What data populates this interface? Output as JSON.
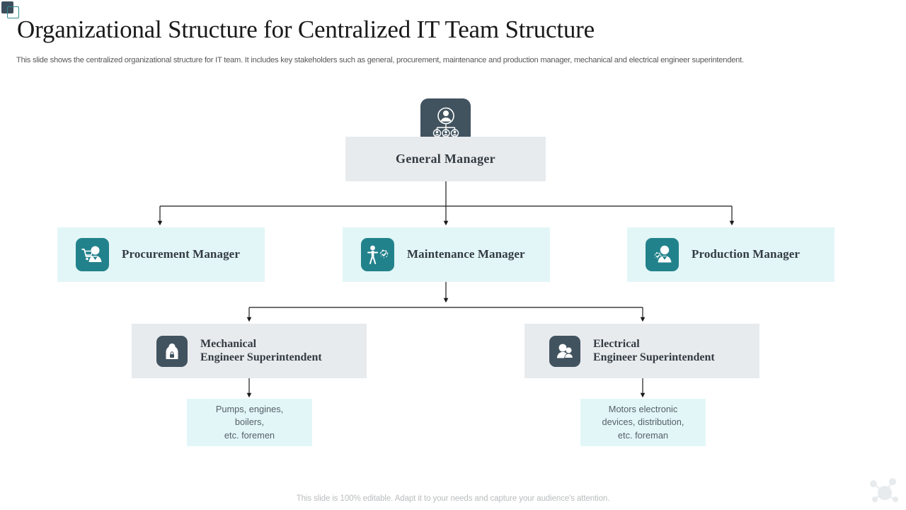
{
  "header": {
    "title": "Organizational Structure for Centralized IT Team Structure",
    "subtitle": "This slide shows the centralized organizational structure for IT team. It includes key stakeholders such as general, procurement, maintenance and production manager, mechanical and electrical engineer superintendent."
  },
  "footer": {
    "note": "This slide is 100% editable. Adapt it to your needs and capture your audience's attention."
  },
  "colors": {
    "icon_dark": "#41535f",
    "icon_teal": "#22828c",
    "box_grey": "#e8ebee",
    "box_mint": "#e2f6f7",
    "connector": "#1a1a1a",
    "title_text": "#1a1a1a",
    "label_text": "#333b42",
    "leaf_text": "#565f66",
    "footer_text": "#b9bcbe"
  },
  "org_chart": {
    "level_1": {
      "label": "General Manager",
      "icon": "org-hierarchy-person-icon",
      "icon_style": "icon-dark",
      "box_style": "grey"
    },
    "level_2": [
      {
        "label": "Procurement Manager",
        "icon": "person-shopping-cart-icon",
        "icon_style": "icon-teal",
        "box_style": "mint"
      },
      {
        "label": "Maintenance Manager",
        "icon": "worker-gear-check-icon",
        "icon_style": "icon-teal",
        "box_style": "mint"
      },
      {
        "label": "Production Manager",
        "icon": "person-gear-check-icon",
        "icon_style": "icon-teal",
        "box_style": "mint"
      }
    ],
    "level_3": [
      {
        "label_line_1": "Mechanical",
        "label_line_2": "Engineer Superintendent",
        "icon": "person-id-badge-icon",
        "icon_style": "icon-dark",
        "box_style": "grey"
      },
      {
        "label_line_1": "Electrical",
        "label_line_2": "Engineer Superintendent",
        "icon": "two-people-users-icon",
        "icon_style": "icon-dark",
        "box_style": "grey"
      }
    ],
    "level_4": [
      {
        "line_1": "Pumps, engines,",
        "line_2": "boilers,",
        "line_3": "etc. foremen",
        "box_style": "mint"
      },
      {
        "line_1": "Motors electronic",
        "line_2": "devices, distribution,",
        "line_3": "etc. foreman",
        "box_style": "mint"
      }
    ]
  },
  "decorations": {
    "top_left": "overlapping-squares-logo",
    "bottom_right": "molecule-network-icon"
  }
}
